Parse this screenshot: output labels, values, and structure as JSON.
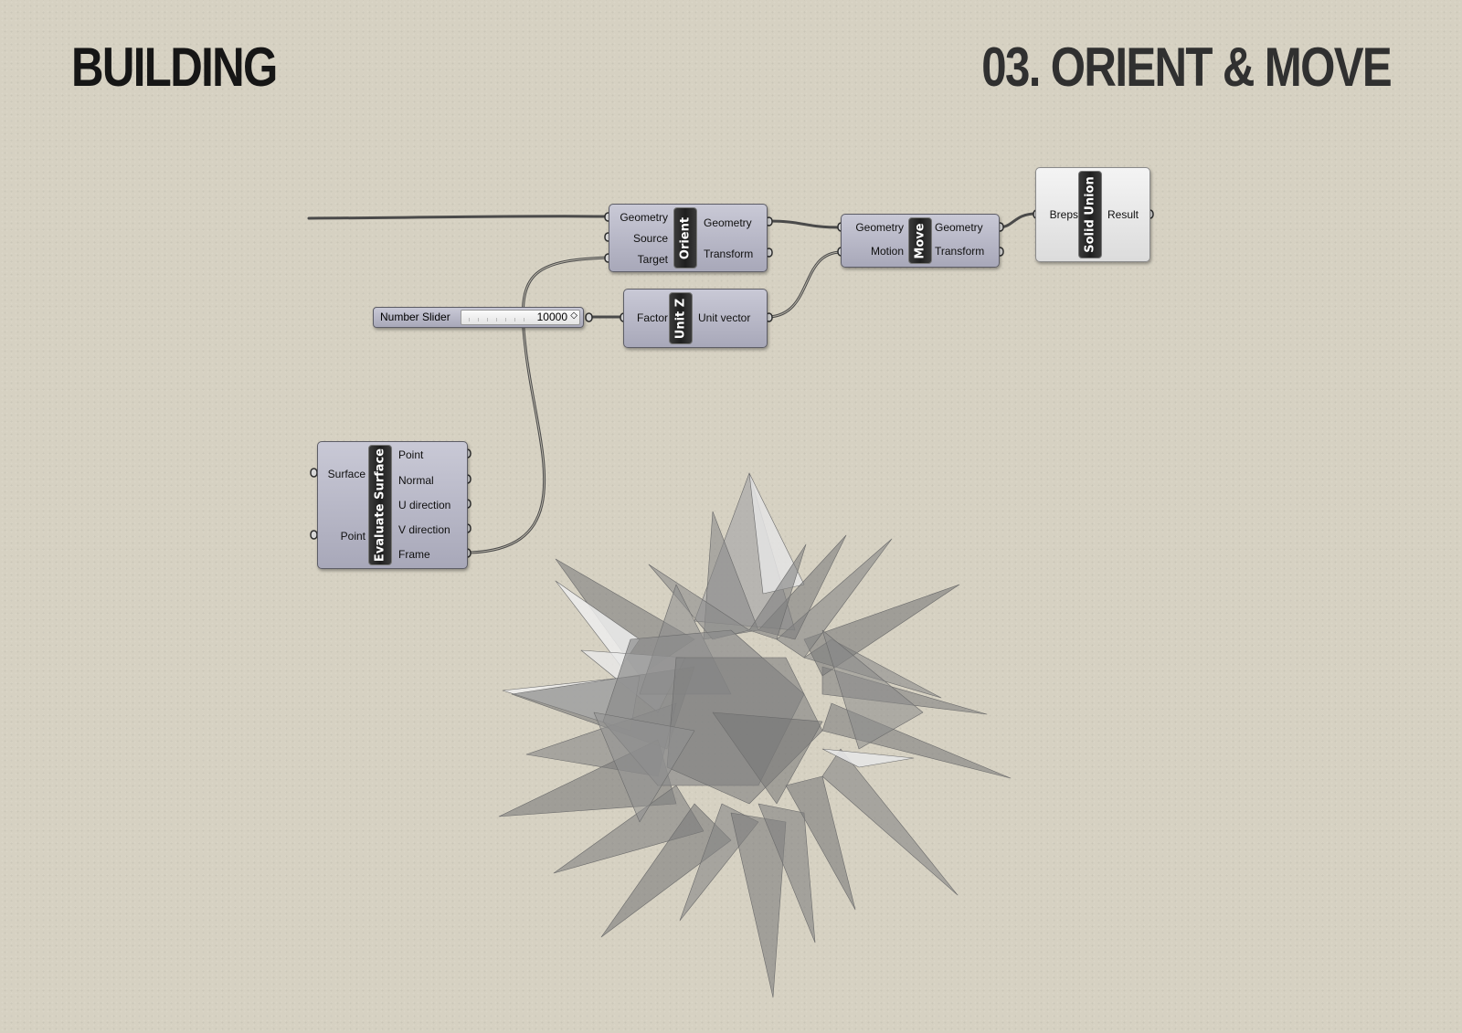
{
  "header": {
    "left_title": "BUILDING",
    "right_title": "03. ORIENT & MOVE"
  },
  "components": {
    "orient": {
      "name": "Orient",
      "inputs": [
        "Geometry",
        "Source",
        "Target"
      ],
      "outputs": [
        "Geometry",
        "Transform"
      ]
    },
    "move": {
      "name": "Move",
      "inputs": [
        "Geometry",
        "Motion"
      ],
      "outputs": [
        "Geometry",
        "Transform"
      ]
    },
    "solid_union": {
      "name": "Solid Union",
      "inputs": [
        "Breps"
      ],
      "outputs": [
        "Result"
      ]
    },
    "unit_z": {
      "name": "Unit Z",
      "inputs": [
        "Factor"
      ],
      "outputs": [
        "Unit vector"
      ]
    },
    "evaluate_surface": {
      "name": "Evaluate Surface",
      "inputs": [
        "Surface",
        "Point"
      ],
      "outputs": [
        "Point",
        "Normal",
        "U direction",
        "V direction",
        "Frame"
      ]
    },
    "number_slider": {
      "label": "Number Slider",
      "value": "10000"
    }
  },
  "colors": {
    "background": "#d6d1c2",
    "component_fill": "#b6b6c6",
    "wire": "#4a4a4a",
    "geometry": "#7c7c7c"
  }
}
